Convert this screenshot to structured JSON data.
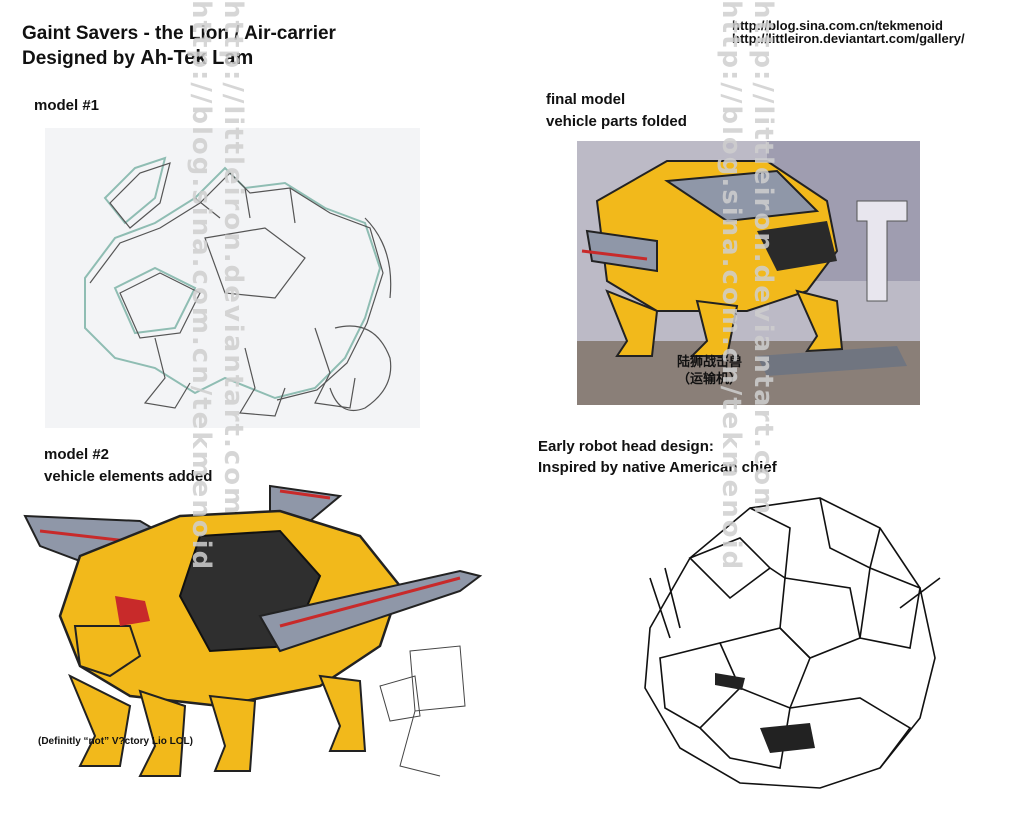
{
  "header": {
    "title_line1": "Gaint Savers - the Lion / Air-carrier",
    "title_line2_prefix": "Designed by ",
    "title_line2_name": "Ah-Tek Lam",
    "urls": [
      "http://blog.sina.com.cn/tekmenoid",
      "http://littleiron.deviantart.com/gallery/"
    ]
  },
  "panels": {
    "model1": {
      "label": "model #1"
    },
    "final": {
      "label_line1": "final model",
      "label_line2": "vehicle parts folded",
      "overlay_line1": "陆狮战击兽",
      "overlay_line2": "（运输机）"
    },
    "model2": {
      "label_line1": "model #2",
      "label_line2": "vehicle elements added",
      "note": "(Definitly “not” V?ctory Lio LOL)"
    },
    "head": {
      "label_line1": "Early robot head design:",
      "label_line2": "Inspired by native American chief"
    }
  },
  "watermark": {
    "col1": "http://blog.sina.com.cn/tekmenoid",
    "col2": "http://littleiron.deviantart.com",
    "col3": "http://blog.sina.com.cn/tekmenoid",
    "col4": "http://littleiron.deviantart.com"
  },
  "colors": {
    "yellow": "#f2b91b",
    "grey": "#8f97a8",
    "dark": "#2a2a2a",
    "sketch": "#7fa9a0"
  }
}
